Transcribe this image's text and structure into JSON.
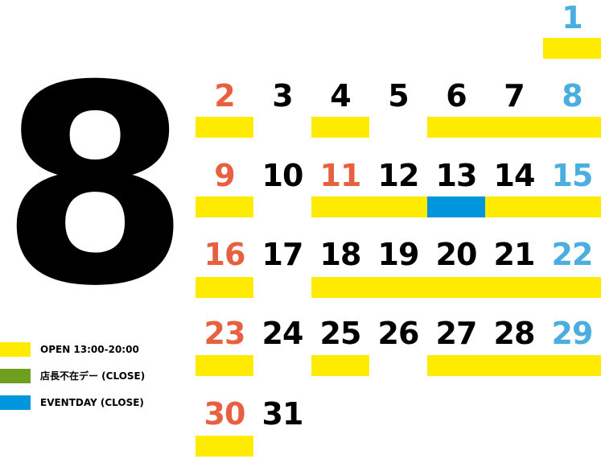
{
  "month": "8",
  "colors": {
    "sunday": "#e8603f",
    "saturday": "#4aaee0",
    "weekday": "#000000",
    "open": "#ffeb00",
    "absent": "#6f9f1e",
    "event": "#0096dd"
  },
  "days": [
    {
      "label": "1",
      "col": 6,
      "row": 0,
      "type": "saturday",
      "status": "open"
    },
    {
      "label": "2",
      "col": 0,
      "row": 1,
      "type": "sunday",
      "status": "open"
    },
    {
      "label": "3",
      "col": 1,
      "row": 1,
      "type": "weekday",
      "status": "closed"
    },
    {
      "label": "4",
      "col": 2,
      "row": 1,
      "type": "weekday",
      "status": "open"
    },
    {
      "label": "5",
      "col": 3,
      "row": 1,
      "type": "weekday",
      "status": "closed"
    },
    {
      "label": "6",
      "col": 4,
      "row": 1,
      "type": "weekday",
      "status": "open"
    },
    {
      "label": "7",
      "col": 5,
      "row": 1,
      "type": "weekday",
      "status": "open"
    },
    {
      "label": "8",
      "col": 6,
      "row": 1,
      "type": "saturday",
      "status": "open"
    },
    {
      "label": "9",
      "col": 0,
      "row": 2,
      "type": "sunday",
      "status": "open"
    },
    {
      "label": "10",
      "col": 1,
      "row": 2,
      "type": "weekday",
      "status": "closed"
    },
    {
      "label": "11",
      "col": 2,
      "row": 2,
      "type": "sunday",
      "status": "open"
    },
    {
      "label": "12",
      "col": 3,
      "row": 2,
      "type": "weekday",
      "status": "open"
    },
    {
      "label": "13",
      "col": 4,
      "row": 2,
      "type": "weekday",
      "status": "event"
    },
    {
      "label": "14",
      "col": 5,
      "row": 2,
      "type": "weekday",
      "status": "open"
    },
    {
      "label": "15",
      "col": 6,
      "row": 2,
      "type": "saturday",
      "status": "open"
    },
    {
      "label": "16",
      "col": 0,
      "row": 3,
      "type": "sunday",
      "status": "open"
    },
    {
      "label": "17",
      "col": 1,
      "row": 3,
      "type": "weekday",
      "status": "closed"
    },
    {
      "label": "18",
      "col": 2,
      "row": 3,
      "type": "weekday",
      "status": "open"
    },
    {
      "label": "19",
      "col": 3,
      "row": 3,
      "type": "weekday",
      "status": "open"
    },
    {
      "label": "20",
      "col": 4,
      "row": 3,
      "type": "weekday",
      "status": "open"
    },
    {
      "label": "21",
      "col": 5,
      "row": 3,
      "type": "weekday",
      "status": "open"
    },
    {
      "label": "22",
      "col": 6,
      "row": 3,
      "type": "saturday",
      "status": "open"
    },
    {
      "label": "23",
      "col": 0,
      "row": 4,
      "type": "sunday",
      "status": "open"
    },
    {
      "label": "24",
      "col": 1,
      "row": 4,
      "type": "weekday",
      "status": "closed"
    },
    {
      "label": "25",
      "col": 2,
      "row": 4,
      "type": "weekday",
      "status": "open"
    },
    {
      "label": "26",
      "col": 3,
      "row": 4,
      "type": "weekday",
      "status": "closed"
    },
    {
      "label": "27",
      "col": 4,
      "row": 4,
      "type": "weekday",
      "status": "open"
    },
    {
      "label": "28",
      "col": 5,
      "row": 4,
      "type": "weekday",
      "status": "open"
    },
    {
      "label": "29",
      "col": 6,
      "row": 4,
      "type": "saturday",
      "status": "open"
    },
    {
      "label": "30",
      "col": 0,
      "row": 5,
      "type": "sunday",
      "status": "open"
    },
    {
      "label": "31",
      "col": 1,
      "row": 5,
      "type": "weekday",
      "status": "closed"
    }
  ],
  "legend": [
    {
      "label": "OPEN 13:00-20:00",
      "status": "open"
    },
    {
      "label": "店長不在デー (CLOSE)",
      "status": "absent"
    },
    {
      "label": "EVENTDAY (CLOSE)",
      "status": "event"
    }
  ]
}
